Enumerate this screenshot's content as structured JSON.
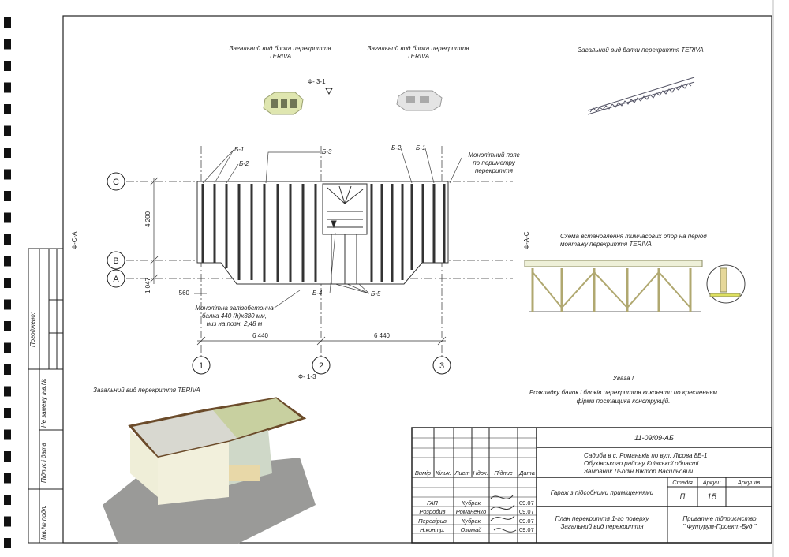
{
  "views": {
    "block_green_title": [
      "Загальний вид блока перекриття",
      "TERIVA"
    ],
    "block_grey_title": [
      "Загальний вид блока перекриття",
      "TERIVA"
    ],
    "beam_title": "Загальний вид балки перекриття TERIVA",
    "general_view_title": "Загальний вид перекриття  TERIVA",
    "supports_title": [
      "Схема встановлення тимчасових опор на період",
      "монтажу перекриття TERIVA"
    ]
  },
  "plan": {
    "section_top": "Ф- 3-1",
    "section_bottom": "Ф- 1-3",
    "section_left": "Ф-С-А",
    "section_right": "Ф-А-С",
    "axes_rows": [
      "C",
      "B",
      "A"
    ],
    "axes_cols": [
      "1",
      "2",
      "3"
    ],
    "dim_vertical": [
      "4 200",
      "1 047"
    ],
    "dim_horizontal": [
      "6 440",
      "6 440"
    ],
    "dim_small": "560",
    "labels": {
      "b1": "Б-1",
      "b2": "Б-2",
      "b3": "Б-3",
      "b4": "Б-4",
      "b5": "Б-5"
    },
    "perimeter_note": [
      "Монолітний пояс",
      "по периметру",
      "перекриття"
    ],
    "beam_note": [
      "Монолітна залізобетонна",
      "балка 440 (h)x380 мм,",
      "низ на позн. 2,48 м"
    ]
  },
  "notice": {
    "title": "Увага !",
    "text": [
      "Розкладку балок і блоків перекриття виконати по кресленням",
      "фірми постащика конструкцій."
    ]
  },
  "margin_table": [
    "Погоджено:",
    "Не замену інв.№",
    "Підпис і дата",
    "Інв.№ подл."
  ],
  "title_block": {
    "code": "11-09/09-АБ",
    "address": [
      "Садиба в с. Романьків по вул. Лісова 8Б-1",
      "Обухівського району Київської області",
      "Замовник Льодін Віктор Васильович"
    ],
    "headers": [
      "Вимір",
      "Кільк.",
      "Лист",
      "Ндок.",
      "Підпис",
      "Дата"
    ],
    "people": [
      {
        "role": "ГАП",
        "name": "Кубрак",
        "date": "09.07"
      },
      {
        "role": "Розробив",
        "name": "Романенко",
        "date": "09.07"
      },
      {
        "role": "Перевірив",
        "name": "Кубрак",
        "date": "09.07"
      },
      {
        "role": "Н.контр.",
        "name": "Озимай",
        "date": "09.07"
      }
    ],
    "object": "Гараж з підсобними приміщеннями",
    "stage_headers": [
      "Стадія",
      "Аркуш",
      "Аркушів"
    ],
    "stage": "П",
    "sheet": "15",
    "sheets": "",
    "drawing": [
      "План перекриття 1-го поверху",
      "Загальний вид перекриття"
    ],
    "company": [
      "Приватне підприємство",
      "\" Футурум-Проект-Буд \""
    ]
  }
}
